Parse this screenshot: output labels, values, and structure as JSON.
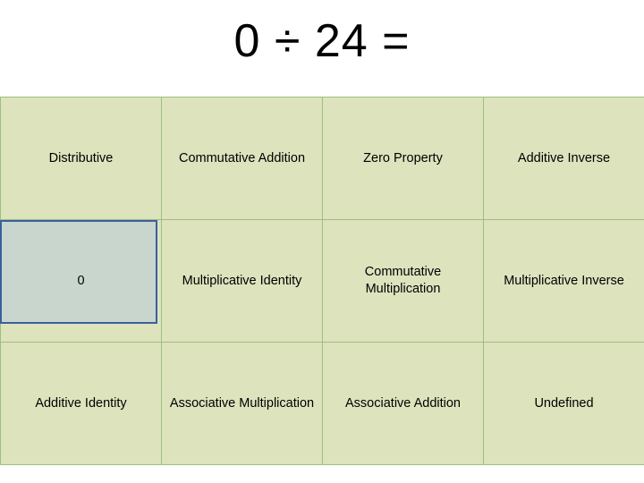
{
  "slide": {
    "title": "0 ÷ 24 =",
    "colors": {
      "cell_fill": "#dde3bd",
      "cell_border": "#9fbf7f",
      "highlight_border": "#3b5fa0",
      "highlight_fill": "#c9d6cd",
      "text": "#000000"
    },
    "table": {
      "rows": [
        [
          {
            "label": "Distributive",
            "highlighted": false
          },
          {
            "label": "Commutative Addition",
            "highlighted": false
          },
          {
            "label": "Zero Property",
            "highlighted": false
          },
          {
            "label": "Additive Inverse",
            "highlighted": false
          }
        ],
        [
          {
            "label": "0",
            "highlighted": true
          },
          {
            "label": "Multiplicative Identity",
            "highlighted": false
          },
          {
            "label": "Commutative Multiplication",
            "highlighted": false
          },
          {
            "label": "Multiplicative Inverse",
            "highlighted": false
          }
        ],
        [
          {
            "label": "Additive Identity",
            "highlighted": false
          },
          {
            "label": "Associative Multiplication",
            "highlighted": false
          },
          {
            "label": "Associative Addition",
            "highlighted": false
          },
          {
            "label": "Undefined",
            "highlighted": false
          }
        ]
      ]
    }
  }
}
